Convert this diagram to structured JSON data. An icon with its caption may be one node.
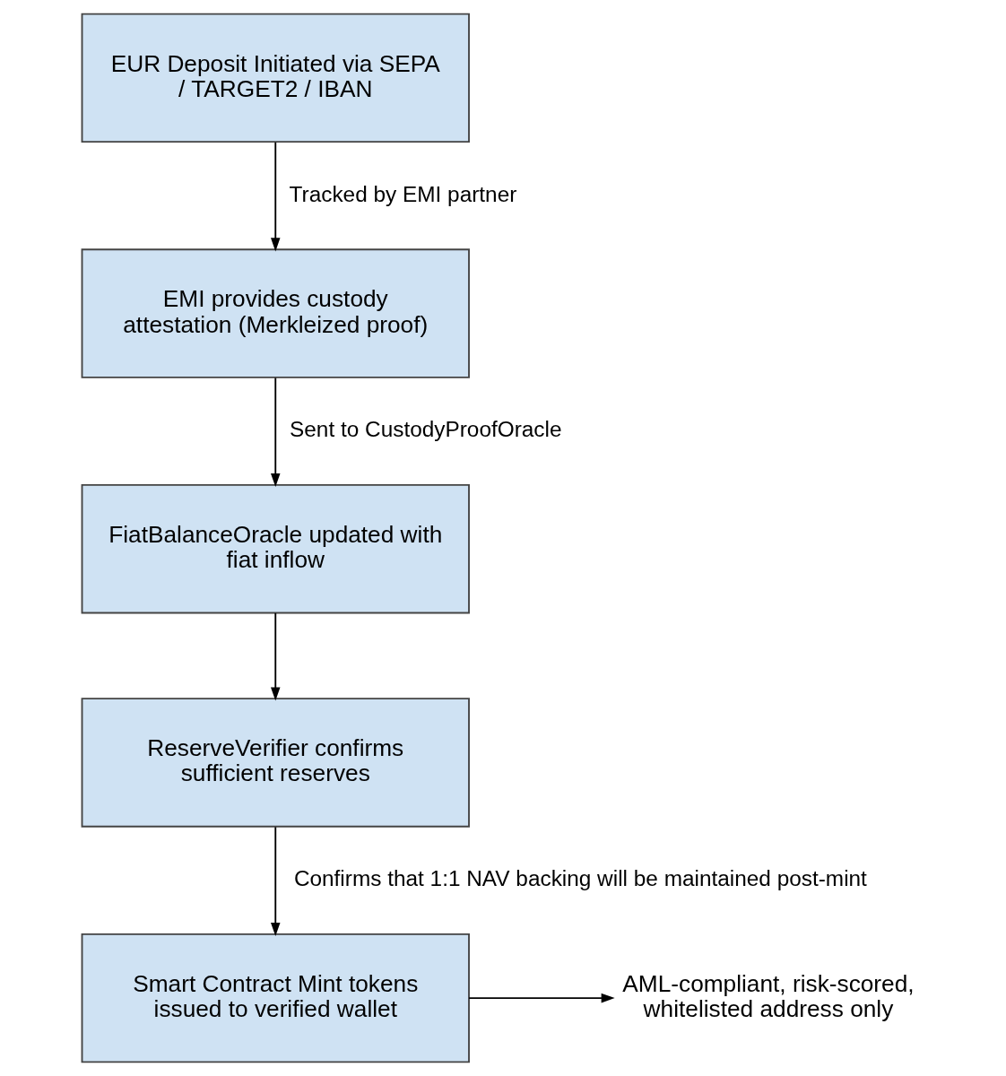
{
  "diagram": {
    "nodes": [
      {
        "text": [
          "EUR Deposit Initiated via SEPA / TARGET2 / IBAN"
        ]
      },
      {
        "text": [
          "EMI provides custody attestation (Merkleized proof)"
        ]
      },
      {
        "text": [
          "FiatBalanceOracle updated with fiat inflow"
        ]
      },
      {
        "text": [
          "ReserveVerifier confirms sufficient reserves"
        ]
      },
      {
        "text": [
          "Smart Contract Mint tokens issued to verified wallet"
        ]
      },
      {
        "text": [
          "AML-compliant, risk-scored, whitelisted address only"
        ]
      }
    ],
    "edges": [
      {
        "from": 0,
        "to": 1,
        "arrow": "to",
        "label": "Tracked by EMI partner"
      },
      {
        "from": 1,
        "to": 2,
        "arrow": "to",
        "label": "Sent to CustodyProofOracle"
      },
      {
        "from": 2,
        "to": 3,
        "arrow": "to"
      },
      {
        "from": 3,
        "to": 4,
        "arrow": "to",
        "label": "Confirms that 1:1 NAV backing will be maintained post-mint"
      },
      {
        "from": 4,
        "to": 5,
        "arrow": "to"
      }
    ]
  }
}
